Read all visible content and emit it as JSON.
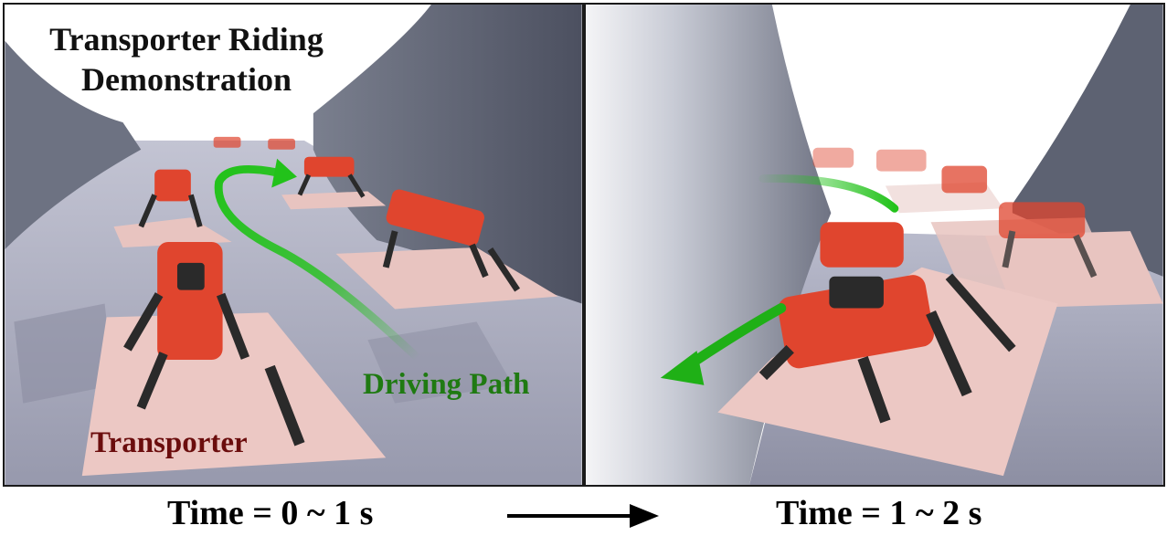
{
  "left_panel": {
    "title_lines": [
      "Transporter Riding",
      "Demonstration"
    ],
    "driving_path_label": "Driving Path",
    "transporter_label": "Transporter"
  },
  "captions": {
    "left": "Time = 0 ~ 1 s",
    "right": "Time = 1 ~ 2 s"
  },
  "colors": {
    "path_arrow": "#22c21a",
    "driving_label": "#1f7a12",
    "transporter_label": "#6b0d0d",
    "robot_body": "#e0452e",
    "platform": "#e8c4c0",
    "wall": "#5f6474",
    "floor": "#a9abbd"
  }
}
